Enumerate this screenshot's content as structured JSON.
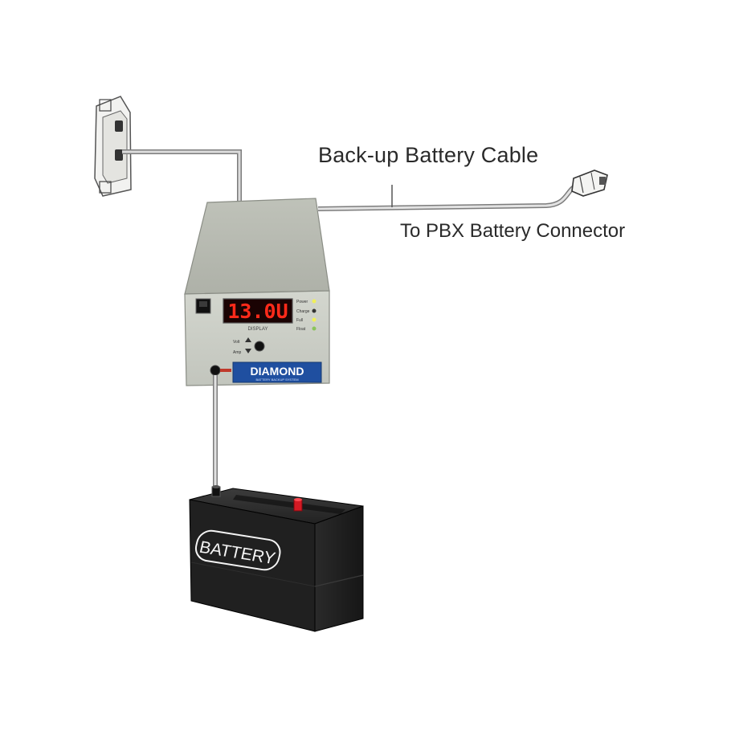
{
  "labels": {
    "backup_cable": "Back-up Battery Cable",
    "pbx_connector": "To PBX Battery Connector"
  },
  "charger": {
    "display_value": "13.0U",
    "display_caption": "DISPLAY",
    "brand": "DIAMOND",
    "brand_sub": "BATTERY BACKUP SYSTEM",
    "indicators": [
      "Power",
      "Charge",
      "Full",
      "Float"
    ],
    "knob_labels": [
      "Volt",
      "Amp"
    ]
  },
  "battery": {
    "label": "BATTERY"
  },
  "colors": {
    "cable": "#9a9a9a",
    "charger_body": "#c9ccc4",
    "charger_top": "#b9bcb3",
    "display_bg": "#1a0303",
    "display_digits": "#ff2a1a",
    "brand_bg": "#1f4fa0",
    "battery_body": "#1d1d1d",
    "terminal_positive": "#d41a24"
  }
}
